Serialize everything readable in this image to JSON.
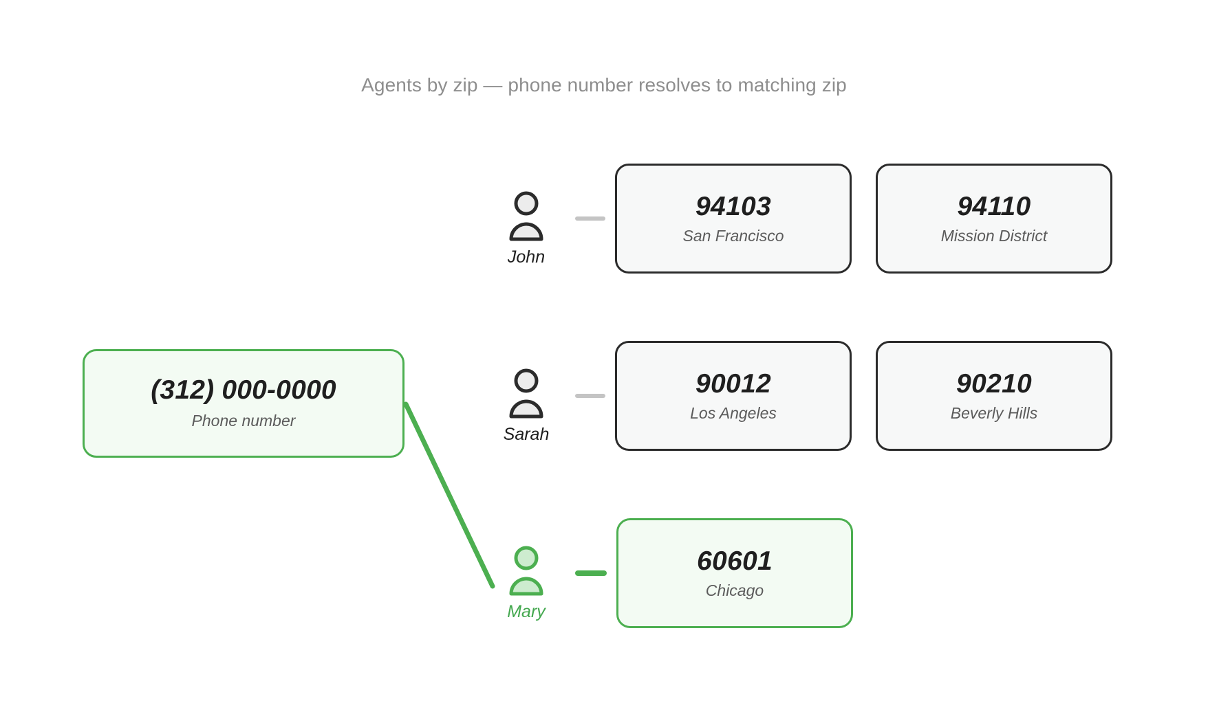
{
  "title": "Agents by zip — phone number resolves to matching zip",
  "colors": {
    "accent_green": "#4caf50",
    "green_text": "#44a84f",
    "card_border": "#2b2b2b",
    "card_fill": "#f7f8f8",
    "highlight_fill": "#f3fbf3",
    "connector_gray": "#c4c4c4",
    "title_gray": "#8e8e8e",
    "label_gray": "#5b5b5b",
    "value_dark": "#1f1f1f"
  },
  "source": {
    "value": "(312) 000-0000",
    "label": "Phone number",
    "highlighted": true
  },
  "rows": [
    {
      "agent": "John",
      "highlighted": false,
      "icon": "person-icon",
      "cards": [
        {
          "zip": "94103",
          "city": "San Francisco",
          "highlighted": false
        },
        {
          "zip": "94110",
          "city": "Mission District",
          "highlighted": false
        }
      ]
    },
    {
      "agent": "Sarah",
      "highlighted": false,
      "icon": "person-icon",
      "cards": [
        {
          "zip": "90012",
          "city": "Los Angeles",
          "highlighted": false
        },
        {
          "zip": "90210",
          "city": "Beverly Hills",
          "highlighted": false
        }
      ]
    },
    {
      "agent": "Mary",
      "highlighted": true,
      "icon": "person-icon",
      "cards": [
        {
          "zip": "60601",
          "city": "Chicago",
          "highlighted": true
        }
      ]
    }
  ],
  "connector": {
    "from": "phone-number-card",
    "to": "agent-mary",
    "color": "#4caf50"
  }
}
